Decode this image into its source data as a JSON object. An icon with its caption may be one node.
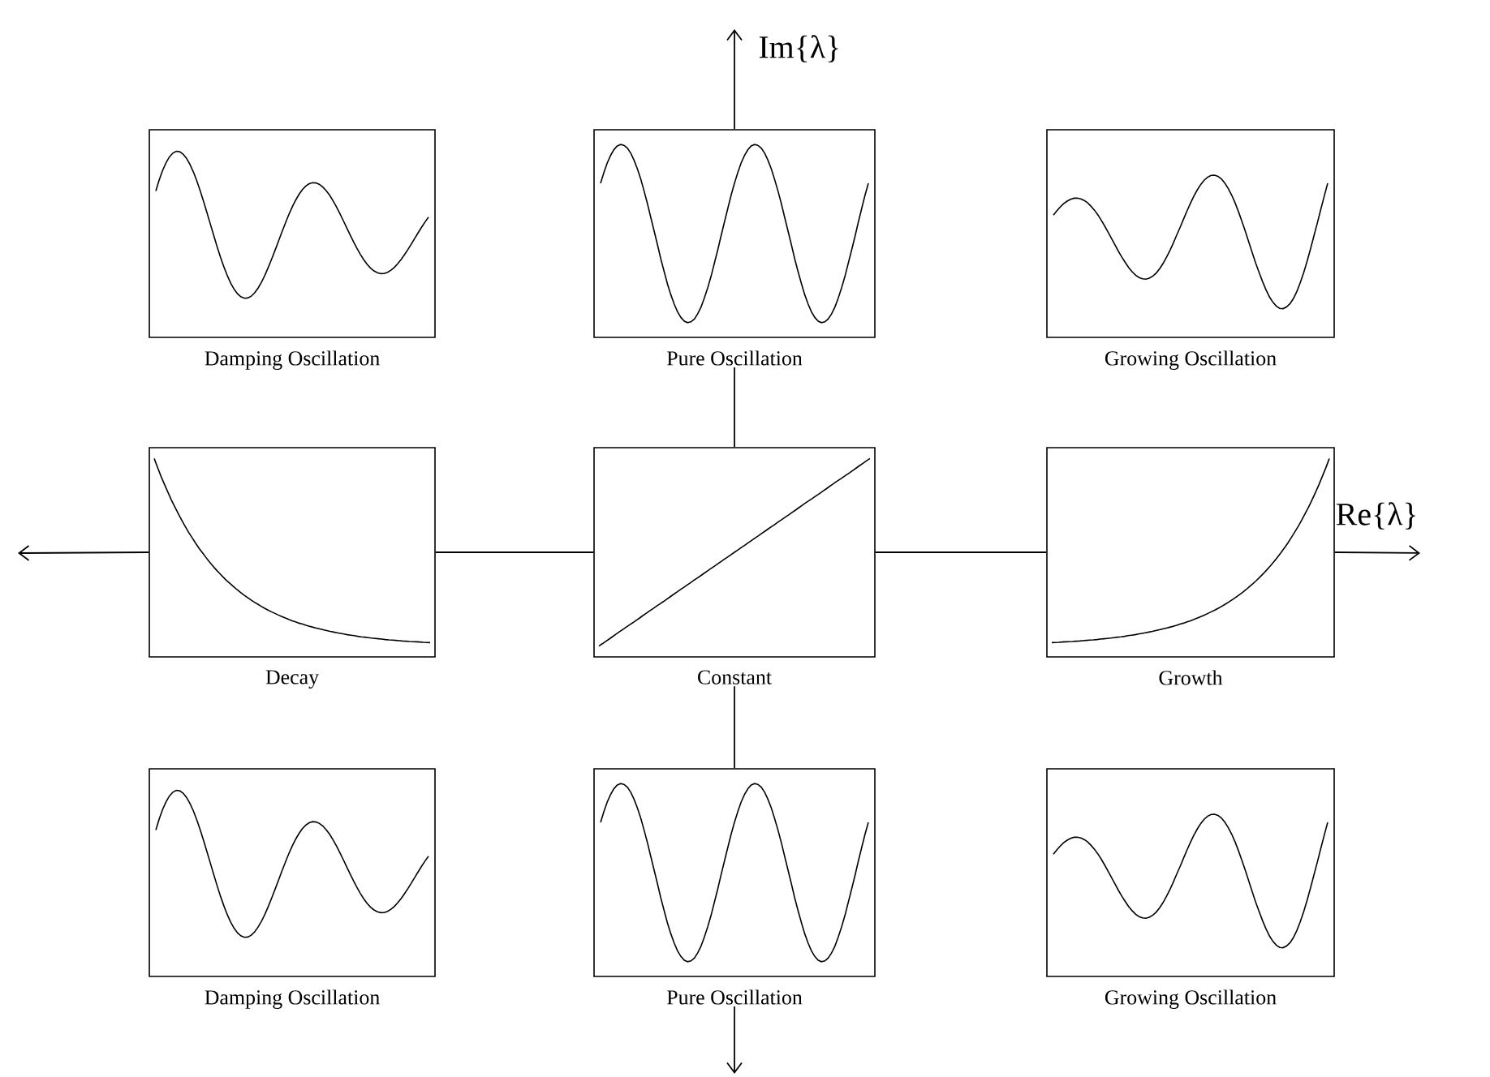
{
  "diagram": {
    "nodes": [
      {
        "text": [
          "Damping Oscillation"
        ]
      },
      {
        "text": [
          "Pure Oscillation"
        ]
      },
      {
        "text": [
          "Growing Oscillation"
        ]
      },
      {
        "text": [
          "Decay"
        ]
      },
      {
        "text": [
          "Constant"
        ]
      },
      {
        "text": [
          "Growth"
        ]
      },
      {
        "text": [
          "Damping Oscillation"
        ]
      },
      {
        "text": [
          "Pure Oscillation"
        ]
      },
      {
        "text": [
          "Growing Oscillation"
        ]
      }
    ],
    "edges": [
      {
        "from": 1,
        "to": null,
        "arrow": "to",
        "label": "Im{λ}"
      },
      {
        "from": 1,
        "to": 4,
        "arrow": "none"
      },
      {
        "from": 3,
        "to": null,
        "arrow": "to"
      },
      {
        "from": 3,
        "to": 4,
        "arrow": "none"
      },
      {
        "from": 4,
        "to": 5,
        "arrow": "none"
      },
      {
        "from": 5,
        "to": null,
        "arrow": "to",
        "label": "Re{λ}"
      },
      {
        "from": 4,
        "to": 7,
        "arrow": "none"
      },
      {
        "from": 7,
        "to": null,
        "arrow": "to"
      }
    ]
  }
}
